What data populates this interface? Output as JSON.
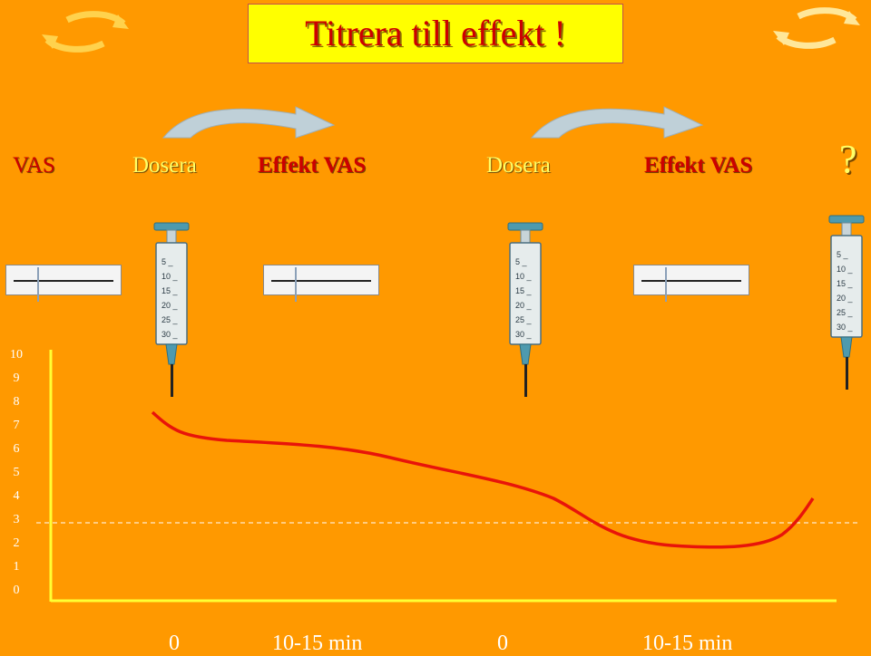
{
  "title": "Titrera till effekt !",
  "headers": [
    {
      "text": "VAS",
      "kind": "vas"
    },
    {
      "text": "Dosera",
      "kind": "dos"
    },
    {
      "text": "Effekt VAS",
      "kind": "eff"
    },
    {
      "text": "Dosera",
      "kind": "dos"
    },
    {
      "text": "Effekt VAS",
      "kind": "eff"
    }
  ],
  "question_mark": "?",
  "syringe_scale": [
    "5 _",
    "10 _",
    "15 _",
    "20 _",
    "25 _",
    "30 _"
  ],
  "y_ticks": [
    "10",
    "9",
    "8",
    "7",
    "6",
    "5",
    "4",
    "3",
    "2",
    "1",
    "0"
  ],
  "x_labels": [
    "0",
    "10-15 min",
    "0",
    "10-15 min"
  ],
  "colors": {
    "background": "#FF9900",
    "title_box": "#FFFF00",
    "curve": "#E8140A",
    "axis": "#FFFF33",
    "threshold": "#FFFFFF"
  }
}
